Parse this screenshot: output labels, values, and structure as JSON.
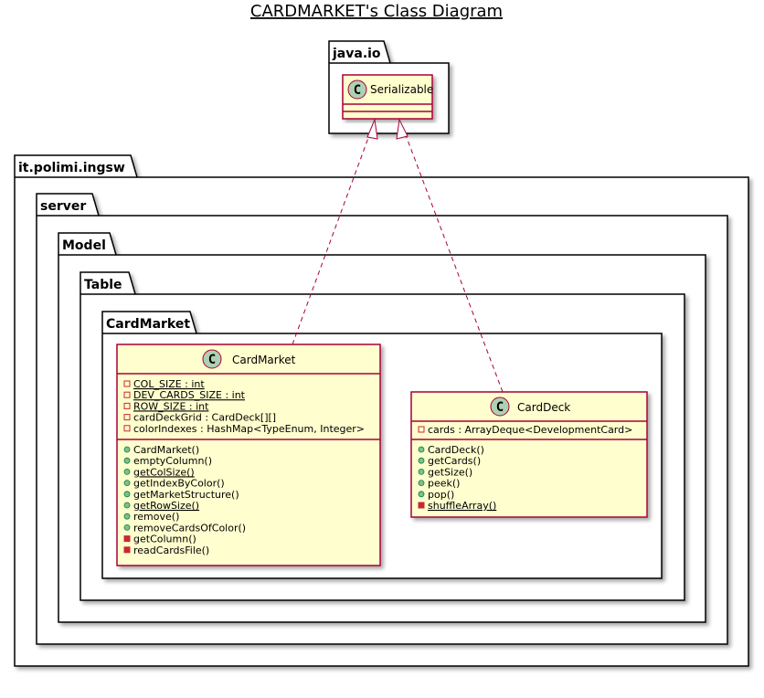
{
  "title": "CARDMARKET's Class Diagram",
  "colors": {
    "class_fill": "#FEFECE",
    "class_border": "#A80036",
    "circle_fill": "#ADD1B2",
    "private_icon": "#C82930",
    "public_icon": "#84BE84",
    "package_fill": "#FFFFFF"
  },
  "packages": {
    "java_io": "java.io",
    "it_polimi_ingsw": "it.polimi.ingsw",
    "server": "server",
    "model": "Model",
    "table": "Table",
    "cardmarket": "CardMarket"
  },
  "classes": {
    "serializable": {
      "name": "Serializable",
      "stereotype_icon": "C",
      "fields": [],
      "methods": []
    },
    "cardmarket": {
      "name": "CardMarket",
      "stereotype_icon": "C",
      "fields": [
        {
          "visibility": "private",
          "static": true,
          "text": "COL_SIZE : int"
        },
        {
          "visibility": "private",
          "static": true,
          "text": "DEV_CARDS_SIZE : int"
        },
        {
          "visibility": "private",
          "static": true,
          "text": "ROW_SIZE : int"
        },
        {
          "visibility": "private",
          "static": false,
          "text": "cardDeckGrid : CardDeck[][]"
        },
        {
          "visibility": "private",
          "static": false,
          "text": "colorIndexes : HashMap<TypeEnum, Integer>"
        }
      ],
      "methods": [
        {
          "visibility": "public",
          "static": false,
          "text": "CardMarket()"
        },
        {
          "visibility": "public",
          "static": false,
          "text": "emptyColumn()"
        },
        {
          "visibility": "public",
          "static": true,
          "text": "getColSize()"
        },
        {
          "visibility": "public",
          "static": false,
          "text": "getIndexByColor()"
        },
        {
          "visibility": "public",
          "static": false,
          "text": "getMarketStructure()"
        },
        {
          "visibility": "public",
          "static": true,
          "text": "getRowSize()"
        },
        {
          "visibility": "public",
          "static": false,
          "text": "remove()"
        },
        {
          "visibility": "public",
          "static": false,
          "text": "removeCardsOfColor()"
        },
        {
          "visibility": "private",
          "static": false,
          "text": "getColumn()"
        },
        {
          "visibility": "private",
          "static": false,
          "text": "readCardsFile()"
        }
      ]
    },
    "carddeck": {
      "name": "CardDeck",
      "stereotype_icon": "C",
      "fields": [
        {
          "visibility": "private",
          "static": false,
          "text": "cards : ArrayDeque<DevelopmentCard>"
        }
      ],
      "methods": [
        {
          "visibility": "public",
          "static": false,
          "text": "CardDeck()"
        },
        {
          "visibility": "public",
          "static": false,
          "text": "getCards()"
        },
        {
          "visibility": "public",
          "static": false,
          "text": "getSize()"
        },
        {
          "visibility": "public",
          "static": false,
          "text": "peek()"
        },
        {
          "visibility": "public",
          "static": false,
          "text": "pop()"
        },
        {
          "visibility": "private",
          "static": true,
          "text": "shuffleArray()"
        }
      ]
    }
  },
  "relations": [
    {
      "from": "CardMarket",
      "to": "Serializable",
      "type": "realization"
    },
    {
      "from": "CardDeck",
      "to": "Serializable",
      "type": "realization"
    }
  ]
}
